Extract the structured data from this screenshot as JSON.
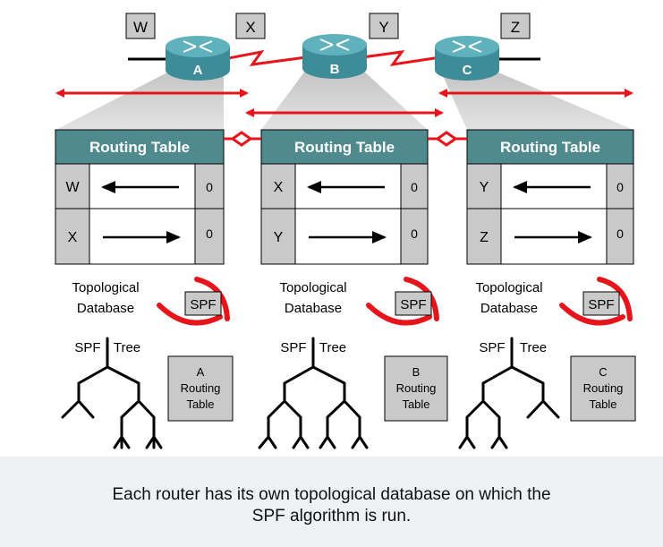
{
  "networks": [
    {
      "label": "W"
    },
    {
      "label": "X"
    },
    {
      "label": "Y"
    },
    {
      "label": "Z"
    }
  ],
  "routers": [
    {
      "label": "A",
      "table_title": "Routing Table",
      "rows": [
        {
          "net": "W",
          "dir": "left",
          "metric": "0"
        },
        {
          "net": "X",
          "dir": "right",
          "metric": "0"
        }
      ],
      "topo_label": [
        "Topological",
        "Database"
      ],
      "spf_label": "SPF",
      "tree_label": [
        "SPF",
        "Tree"
      ],
      "box_label": [
        "A",
        "Routing",
        "Table"
      ]
    },
    {
      "label": "B",
      "table_title": "Routing Table",
      "rows": [
        {
          "net": "X",
          "dir": "left",
          "metric": "0"
        },
        {
          "net": "Y",
          "dir": "right",
          "metric": "0"
        }
      ],
      "topo_label": [
        "Topological",
        "Database"
      ],
      "spf_label": "SPF",
      "tree_label": [
        "SPF",
        "Tree"
      ],
      "box_label": [
        "B",
        "Routing",
        "Table"
      ]
    },
    {
      "label": "C",
      "table_title": "Routing Table",
      "rows": [
        {
          "net": "Y",
          "dir": "left",
          "metric": "0"
        },
        {
          "net": "Z",
          "dir": "right",
          "metric": "0"
        }
      ],
      "topo_label": [
        "Topological",
        "Database"
      ],
      "spf_label": "SPF",
      "tree_label": [
        "SPF",
        "Tree"
      ],
      "box_label": [
        "C",
        "Routing",
        "Table"
      ]
    }
  ],
  "caption": {
    "line1": "Each router has its own topological database on which the",
    "line2": "SPF algorithm is run."
  },
  "colors": {
    "accent_red": "#e8141b",
    "table_header": "#4f8a8e",
    "label_box": "#c9c9c9",
    "router_body": "#3e8c98",
    "router_top": "#5fb1bb"
  }
}
